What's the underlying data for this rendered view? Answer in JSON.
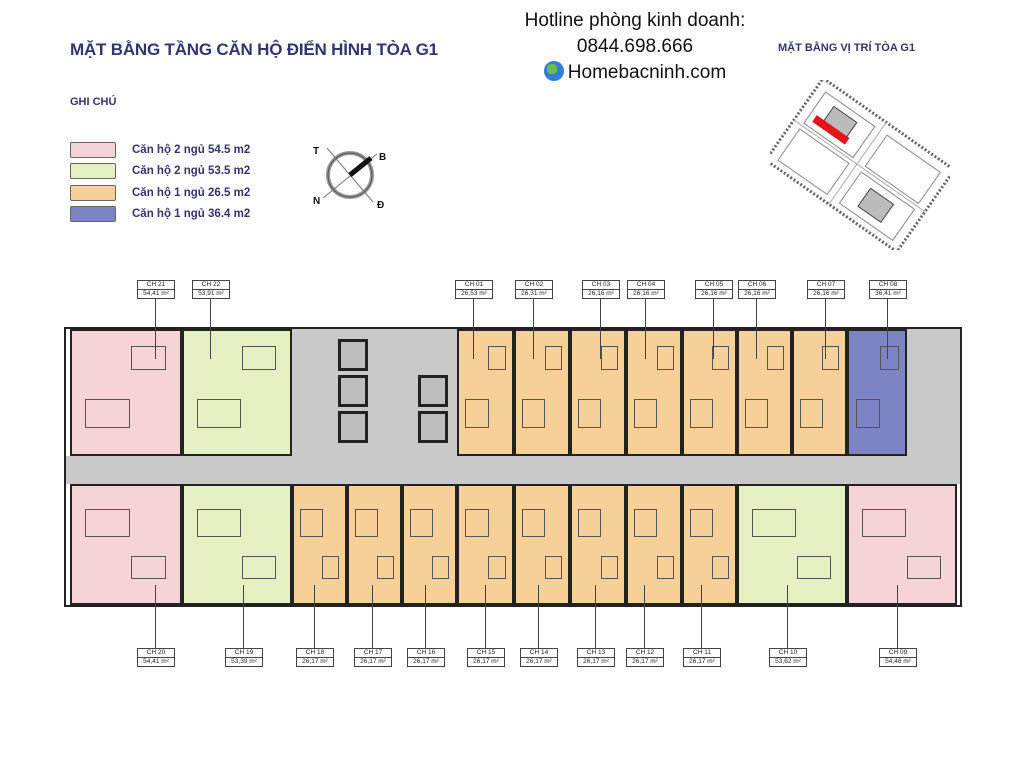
{
  "header": {
    "title": "MẶT BẰNG TẦNG CĂN HỘ ĐIỂN HÌNH TÒA G1",
    "hotline_label": "Hotline phòng kinh doanh:",
    "hotline_number": "0844.698.666",
    "website": "Homebacninh.com",
    "location_title": "MẶT BẰNG VỊ TRÍ TÒA G1"
  },
  "legend": {
    "title": "GHI CHÚ",
    "items": [
      {
        "label": "Căn hộ 2 ngủ 54.5 m2",
        "color": "#f6d3d6"
      },
      {
        "label": "Căn hộ 2 ngủ 53.5 m2",
        "color": "#e6f1c3"
      },
      {
        "label": "Căn hộ 1 ngủ 26.5 m2",
        "color": "#f7cf98"
      },
      {
        "label": "Căn hộ 1 ngủ 36.4 m2",
        "color": "#7d84c3"
      }
    ]
  },
  "compass": {
    "t": "T",
    "b": "B",
    "n": "N",
    "d": "Đ"
  },
  "units_top": [
    {
      "id": "CH 21",
      "area": "54,41 m²",
      "type": 0
    },
    {
      "id": "CH 22",
      "area": "53,91 m²",
      "type": 1
    },
    {
      "id": "CH 01",
      "area": "26,53 m²",
      "type": 2
    },
    {
      "id": "CH 02",
      "area": "26,31 m²",
      "type": 2
    },
    {
      "id": "CH 03",
      "area": "26,16 m²",
      "type": 2
    },
    {
      "id": "CH 04",
      "area": "26,16 m²",
      "type": 2
    },
    {
      "id": "CH 05",
      "area": "26,16 m²",
      "type": 2
    },
    {
      "id": "CH 06",
      "area": "26,16 m²",
      "type": 2
    },
    {
      "id": "CH 07",
      "area": "26,16 m²",
      "type": 2
    },
    {
      "id": "CH 08",
      "area": "36,41 m²",
      "type": 3
    }
  ],
  "units_bottom": [
    {
      "id": "CH 20",
      "area": "54,41 m²",
      "type": 0
    },
    {
      "id": "CH 19",
      "area": "53,39 m²",
      "type": 1
    },
    {
      "id": "CH 18",
      "area": "26,17 m²",
      "type": 2
    },
    {
      "id": "CH 17",
      "area": "26,17 m²",
      "type": 2
    },
    {
      "id": "CH 16",
      "area": "26,17 m²",
      "type": 2
    },
    {
      "id": "CH 15",
      "area": "26,17 m²",
      "type": 2
    },
    {
      "id": "CH 14",
      "area": "26,17 m²",
      "type": 2
    },
    {
      "id": "CH 13",
      "area": "26,17 m²",
      "type": 2
    },
    {
      "id": "CH 12",
      "area": "26,17 m²",
      "type": 2
    },
    {
      "id": "CH 11",
      "area": "26,17 m²",
      "type": 2
    },
    {
      "id": "CH 10",
      "area": "53,62 m²",
      "type": 1
    },
    {
      "id": "CH 09",
      "area": "54,48 m²",
      "type": 0
    }
  ],
  "colors": {
    "title": "#33356e",
    "core": "#c9c9c9",
    "site_highlight": "#e8141b"
  }
}
